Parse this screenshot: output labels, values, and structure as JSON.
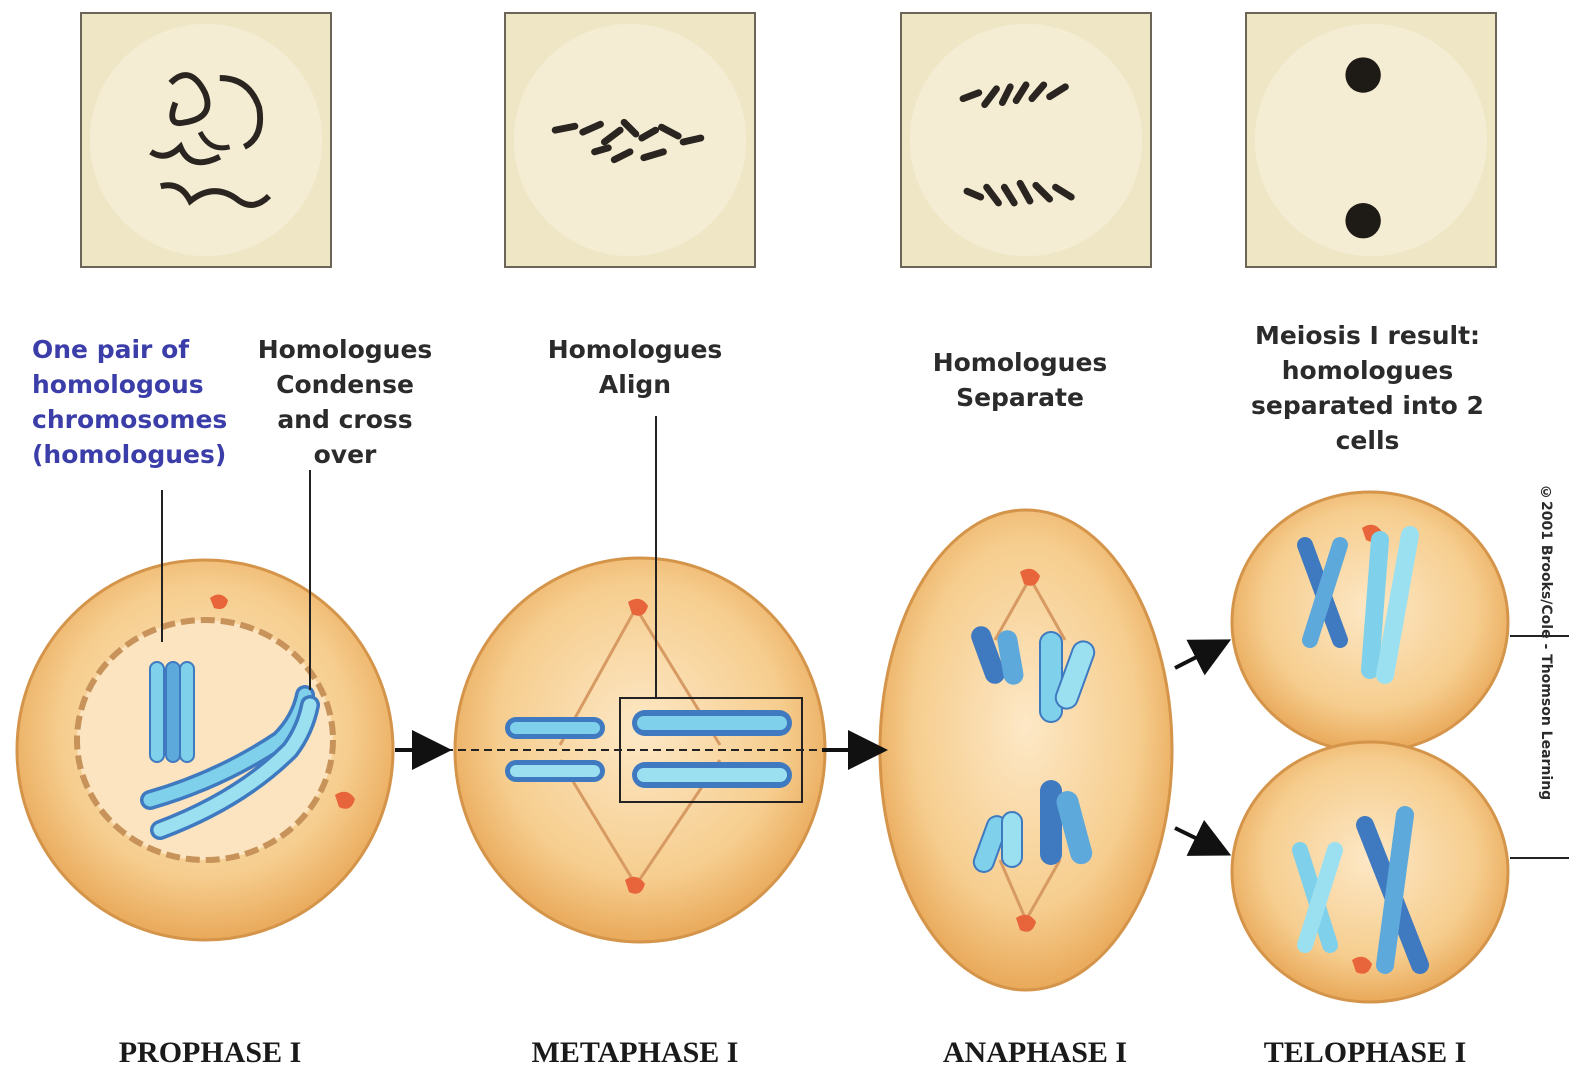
{
  "labels": {
    "homologous_pair": "One pair of\nhomologous\nchromosomes\n(homologues)",
    "condense": "Homologues\nCondense\nand cross\nover",
    "align": "Homologues\nAlign",
    "separate": "Homologues\nSeparate",
    "result": "Meiosis I result:\nhomologues\nseparated into 2\ncells"
  },
  "phases": {
    "prophase": "PROPHASE I",
    "metaphase": "METAPHASE I",
    "anaphase": "ANAPHASE I",
    "telophase": "TELOPHASE I"
  },
  "copyright": "©2001 Brooks/Cole - Thomson Learning",
  "colors": {
    "cell_fill": "#f3c27e",
    "cell_edge": "#d99a4a",
    "chromosome_light": "#7fd0ea",
    "chromosome_dark": "#3f79c0",
    "centrosome": "#e8643a",
    "photo_bg": "#efe6c6"
  }
}
